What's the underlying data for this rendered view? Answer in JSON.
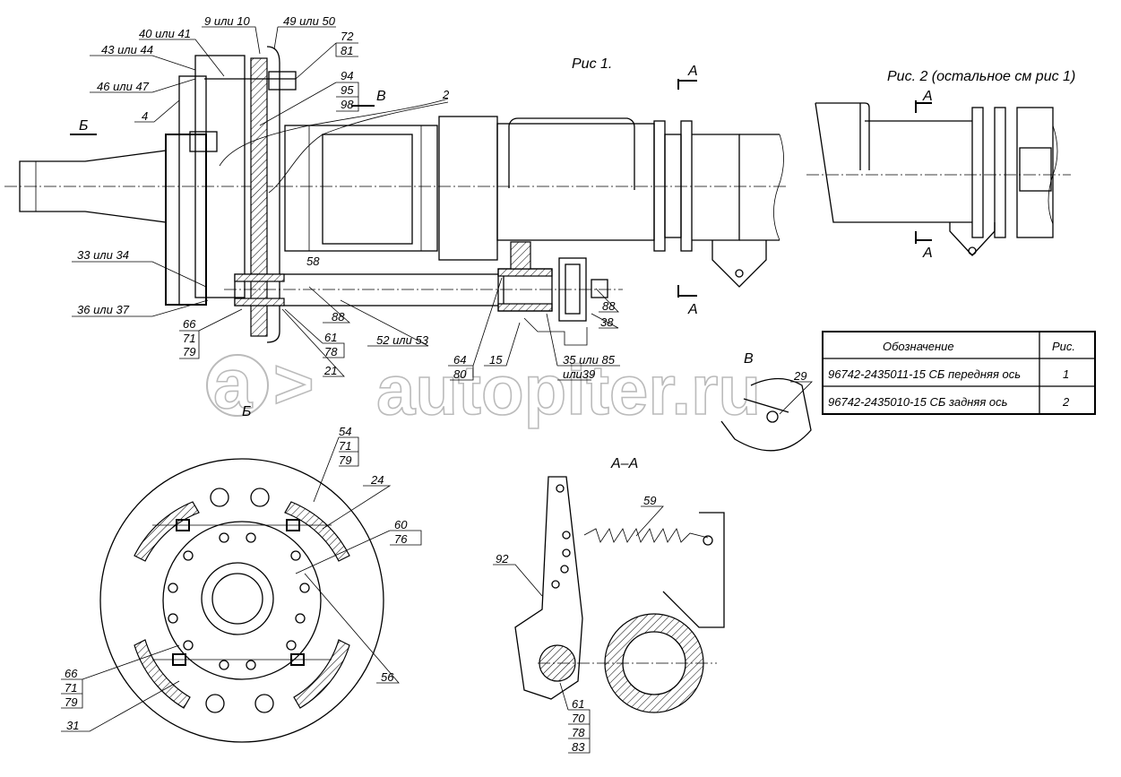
{
  "figure": {
    "fig1_title": "Рис 1.",
    "fig2_title": "Рис. 2 (остальное см рис 1)",
    "section_title": "А–А",
    "view_b": "Б",
    "view_b_detail": "Б",
    "view_v": "В",
    "view_v_detail": "В",
    "section_mark": "А"
  },
  "callouts": {
    "c9_10": "9 или 10",
    "c49_50": "49 или 50",
    "c40_41": "40 или 41",
    "c43_44": "43 или 44",
    "c72": "72",
    "c81": "81",
    "c46_47": "46 или 47",
    "c94": "94",
    "c95": "95",
    "c98": "98",
    "c4": "4",
    "c2": "2",
    "c58": "58",
    "c33_34": "33 или 34",
    "c36_37": "36 или 37",
    "c66a": "66",
    "c71a": "71",
    "c79a": "79",
    "c88a": "88",
    "c61a": "61",
    "c78a": "78",
    "c52_53": "52 или 53",
    "c21": "21",
    "c64": "64",
    "c80": "80",
    "c15": "15",
    "c35_85": "35 или 85",
    "c39": "или39",
    "c88b": "88",
    "c38": "38",
    "c29": "29",
    "c54": "54",
    "c71b": "71",
    "c79b": "79",
    "c24": "24",
    "c60": "60",
    "c76": "76",
    "c59": "59",
    "c92": "92",
    "c66b": "66",
    "c71c": "71",
    "c79c": "79",
    "c56": "56",
    "c31": "31",
    "c61b": "61",
    "c70": "70",
    "c78b": "78",
    "c83": "83"
  },
  "table": {
    "headers": [
      "Обозначение",
      "Рис."
    ],
    "rows": [
      {
        "designation": "96742-2435011-15 СБ передняя ось",
        "fig": "1"
      },
      {
        "designation": "96742-2435010-15 СБ задняя ось",
        "fig": "2"
      }
    ]
  },
  "watermark": "autopiter"
}
